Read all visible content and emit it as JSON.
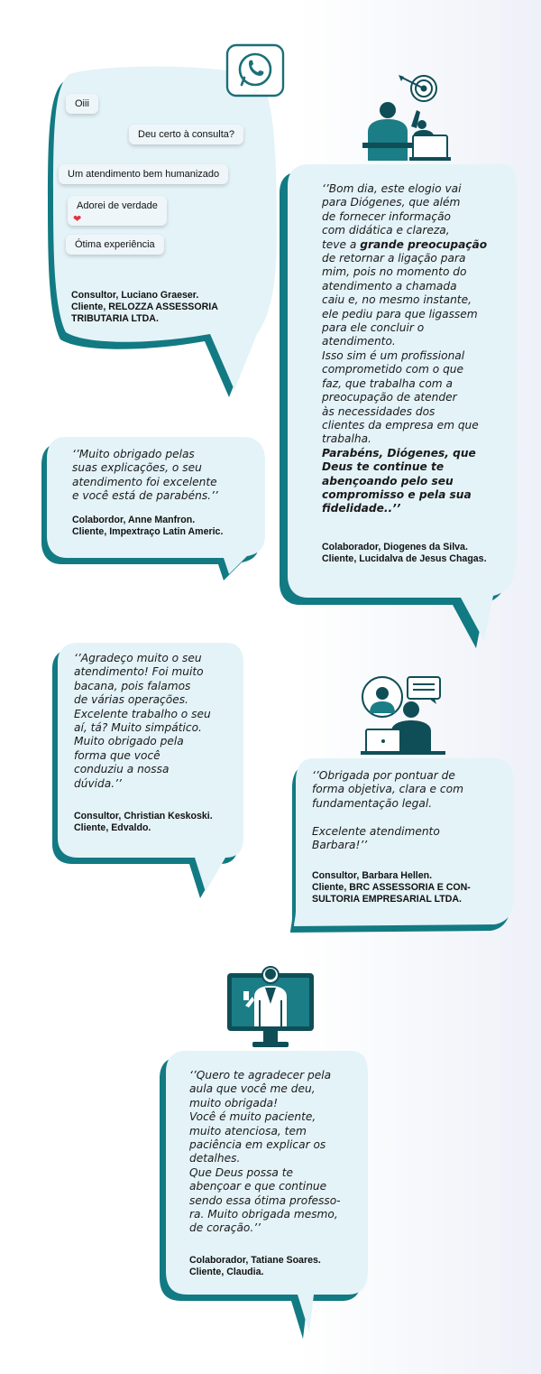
{
  "chat": {
    "messages": [
      "Oiii",
      "Deu certo à consulta?",
      "Um atendimento bem humanizado",
      "Adorei de verdade",
      "Ótima experiência"
    ],
    "author": "Consultor, Luciano Graeser.\nCliente, RELOZZA ASSESSORIA\nTRIBUTARIA LTDA."
  },
  "diogenes": {
    "quote_part1": "‘’Bom dia, este elogio vai\npara Diógenes, que além\nde fornecer informação\ncom didática e clareza,\nteve a ",
    "quote_bold1": "grande preocupação",
    "quote_part2": "\nde retornar a ligação para\nmim, pois no momento do\natendimento a chamada\ncaiu e, no mesmo instante,\nele pediu para que ligassem\npara ele concluir o\natendimento.\nIsso sim é um profissional\ncomprometido com o que\nfaz, que trabalha com a\npreocupação de atender\nàs necessidades dos\nclientes da empresa em que\ntrabalha.\n",
    "quote_bold2": "Parabéns, Diógenes, que\nDeus te continue te\nabençoando pelo seu\ncompromisso e pela sua\nfidelidade..’’",
    "author": "Colaborador, Diogenes da Silva.\nCliente, Lucidalva de Jesus Chagas."
  },
  "anne": {
    "quote": "‘’Muito obrigado pelas\nsuas explicações, o seu\natendimento foi excelente\ne você está de parabéns.’’",
    "author": "Colabordor, Anne Manfron.\nCliente, Impextraço Latin Americ."
  },
  "christian": {
    "quote": "‘’Agradeço muito o seu\natendimento! Foi muito\nbacana, pois falamos\nde várias operações.\nExcelente trabalho o seu\naí, tá? Muito simpático.\nMuito obrigado pela\nforma que você\nconduziu a nossa\ndúvida.’’",
    "author": "Consultor, Christian Keskoski.\nCliente, Edvaldo."
  },
  "barbara": {
    "quote": "‘’Obrigada por pontuar de\nforma objetiva, clara e com\nfundamentação legal.\n\nExcelente atendimento\nBarbara!’’",
    "author": "Consultor, Barbara Hellen.\nCliente, BRC ASSESSORIA E CON-\nSULTORIA EMPRESARIAL LTDA."
  },
  "tatiane": {
    "quote": "‘’Quero te agradecer pela\naula que você me deu,\nmuito obrigada!\nVocê é muito paciente,\nmuito atenciosa, tem\npaciência em explicar os\ndetalhes.\nQue Deus possa te\nabençoar e que continue\nsendo essa ótima professo-\nra. Muito obrigada mesmo,\nde coração.’’",
    "author": "Colaborador, Tatiane Soares.\nCliente, Claudia."
  },
  "colors": {
    "bubble_fill": "#e4f3f8",
    "bubble_shadow": "#127a82",
    "icon_dark": "#0f4e57",
    "icon_teal": "#1b7d86"
  },
  "icons": [
    "whatsapp-icon",
    "target-icon",
    "support-agent-icon",
    "teacher-monitor-icon",
    "heart-icon"
  ]
}
